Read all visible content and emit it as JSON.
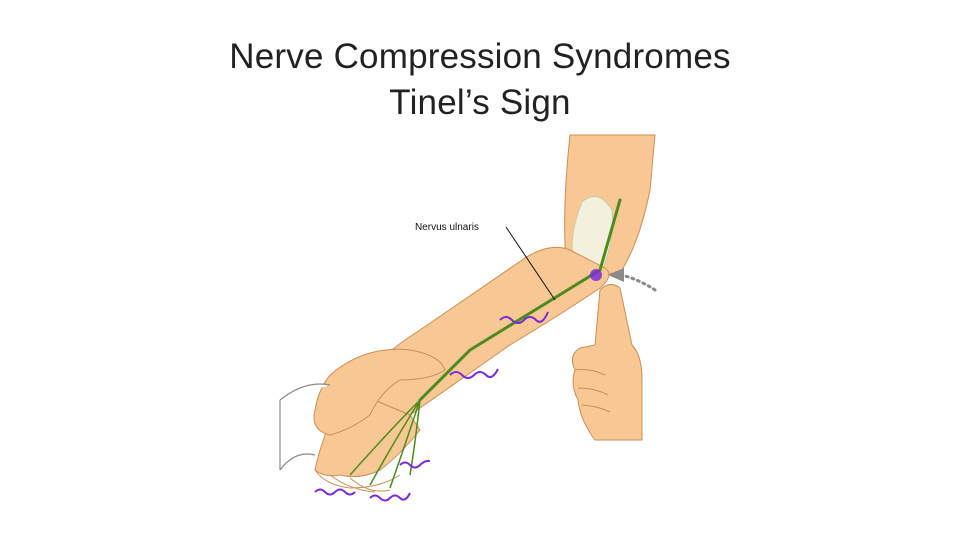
{
  "slide": {
    "title_line1": "Nerve Compression Syndromes",
    "title_line2": "Tinel’s Sign"
  },
  "figure": {
    "label": "Nervus ulnaris",
    "colors": {
      "skin": "#F7C894",
      "skin_outline": "#C98F55",
      "nerve": "#4E8A1E",
      "tingling": "#7A2BD6",
      "arrow": "#8A8A8A",
      "bone": "#F3F1DE"
    }
  }
}
